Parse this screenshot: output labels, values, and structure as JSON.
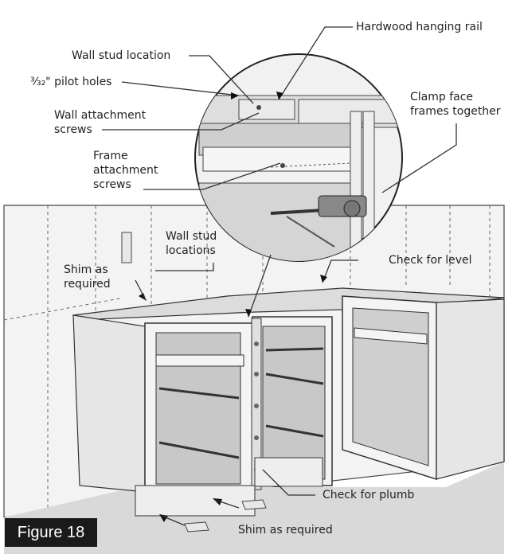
{
  "figure": {
    "label": "Figure 18"
  },
  "callouts": {
    "hardwood_rail": "Hardwood hanging rail",
    "wall_stud_location": "Wall stud location",
    "pilot_holes": "³⁄₃₂\" pilot holes",
    "wall_attachment": "Wall attachment\nscrews",
    "clamp": "Clamp face\nframes together",
    "frame_attachment": "Frame\nattachment\nscrews",
    "wall_stud_locations": "Wall stud\nlocations",
    "shim_as_required_top": "Shim as\nrequired",
    "check_level": "Check for level",
    "check_plumb": "Check for plumb",
    "shim_as_required_bottom": "Shim as required"
  },
  "colors": {
    "line": "#333333",
    "wall": "#f2f2f2",
    "floor": "#d9d9d9",
    "cabinet": "#e6e6e6",
    "badge": "#1a1a1a"
  }
}
